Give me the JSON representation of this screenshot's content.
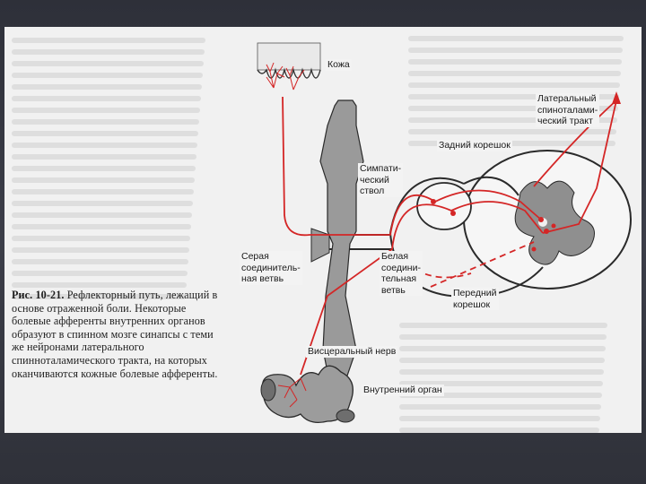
{
  "figure": {
    "caption_number": "Рис. 10-21.",
    "caption_text": "Рефлекторный путь, лежащий в основе отраженной боли. Некоторые болевые афференты внутренних органов образуют в спинном мозге синапсы с теми же нейронами латерального спинноталамического тракта, на которых оканчиваются кожные болевые афференты.",
    "labels": {
      "skin": "Кожа",
      "lateral_tract": "Латеральный\nспиноталами-\nческий тракт",
      "dorsal_root": "Задний корешок",
      "sympathetic_trunk": "Симпати-\nческий\nствол",
      "gray_ramus": "Серая\nсоединитель-\nная ветвь",
      "white_ramus": "Белая\nсоедини-\nтельная\nветвь",
      "ventral_root": "Передний\nкорешок",
      "visceral_nerve": "Висцеральный нерв",
      "internal_organ": "Внутренний орган"
    }
  },
  "colors": {
    "nerve_red": "#d42626",
    "gray_matter": "#8f8f8f",
    "trunk_gray": "#9a9a9a",
    "outline": "#2a2a2a"
  }
}
